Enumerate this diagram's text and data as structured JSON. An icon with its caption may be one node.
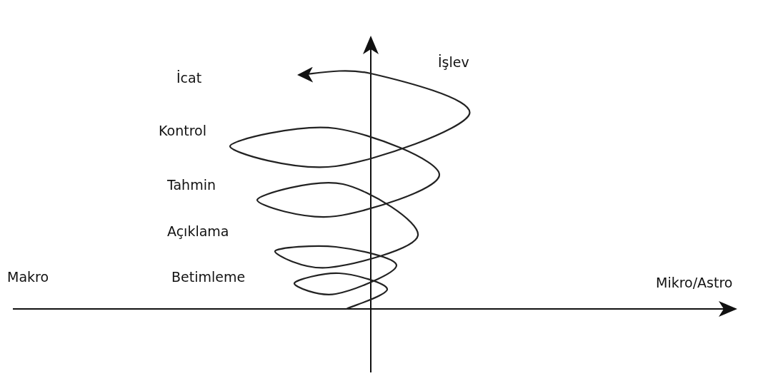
{
  "diagram": {
    "labels": [
      "İşlev",
      "İcat",
      "Kontrol",
      "Tahmin",
      "Açıklama",
      "Makro",
      "Betimleme",
      "Mikro/Astro"
    ]
  }
}
